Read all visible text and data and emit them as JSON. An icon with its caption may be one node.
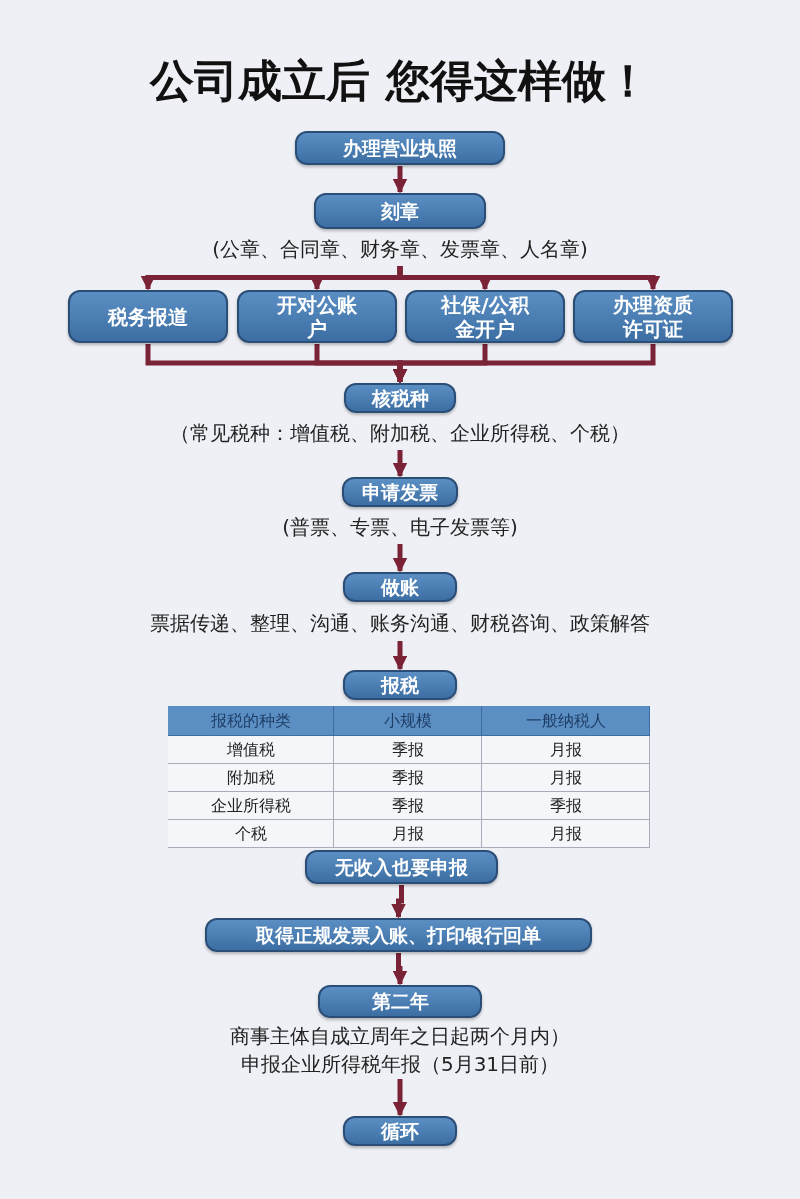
{
  "diagram": {
    "title": "公司成立后 您得这样做！",
    "nodes": [
      {
        "text": [
          "办理营业执照"
        ]
      },
      {
        "text": [
          "刻章"
        ],
        "beside": [
          "(公章、合同章、财务章、发票章、人名章)"
        ]
      },
      {
        "text": [
          "税务报道"
        ]
      },
      {
        "text": [
          "开对公账户"
        ]
      },
      {
        "text": [
          "社保/公积金开户"
        ]
      },
      {
        "text": [
          "办理资质许可证"
        ]
      },
      {
        "text": [
          "核税种"
        ],
        "beside": [
          "（常见税种：增值税、附加税、企业所得税、个税）"
        ]
      },
      {
        "text": [
          "申请发票"
        ],
        "beside": [
          "(普票、专票、电子发票等)"
        ]
      },
      {
        "text": [
          "做账"
        ],
        "beside": [
          "票据传递、整理、沟通、账务沟通、财税咨询、政策解答"
        ]
      },
      {
        "text": [
          "报税"
        ]
      },
      {
        "text": [
          "无收入也要申报"
        ]
      },
      {
        "text": [
          "取得正规发票入账、打印银行回单"
        ]
      },
      {
        "text": [
          "第二年"
        ],
        "beside": [
          "商事主体自成立周年之日起两个月内）",
          "申报企业所得税年报（5月31日前）"
        ]
      },
      {
        "text": [
          "循环"
        ]
      }
    ],
    "edges": [
      {
        "from": 0,
        "to": 1,
        "arrow": "to"
      },
      {
        "from": 1,
        "to": 2,
        "arrow": "to"
      },
      {
        "from": 1,
        "to": 3,
        "arrow": "to"
      },
      {
        "from": 1,
        "to": 4,
        "arrow": "to"
      },
      {
        "from": 1,
        "to": 5,
        "arrow": "to"
      },
      {
        "from": 2,
        "to": 6,
        "arrow": "to"
      },
      {
        "from": 3,
        "to": 6,
        "arrow": "to"
      },
      {
        "from": 4,
        "to": 6,
        "arrow": "to"
      },
      {
        "from": 5,
        "to": 6,
        "arrow": "to"
      },
      {
        "from": 6,
        "to": 7,
        "arrow": "to"
      },
      {
        "from": 7,
        "to": 8,
        "arrow": "to"
      },
      {
        "from": 8,
        "to": 9,
        "arrow": "to"
      },
      {
        "from": 10,
        "to": 11,
        "arrow": "to"
      },
      {
        "from": 11,
        "to": 12,
        "arrow": "to"
      },
      {
        "from": 12,
        "to": 13,
        "arrow": "to"
      }
    ],
    "labels": [
      "报税的种类",
      "小规模",
      "一般纳税人",
      "增值税",
      "季报",
      "月报",
      "附加税",
      "季报",
      "月报",
      "企业所得税",
      "季报",
      "季报",
      "个税",
      "月报",
      "月报"
    ]
  }
}
